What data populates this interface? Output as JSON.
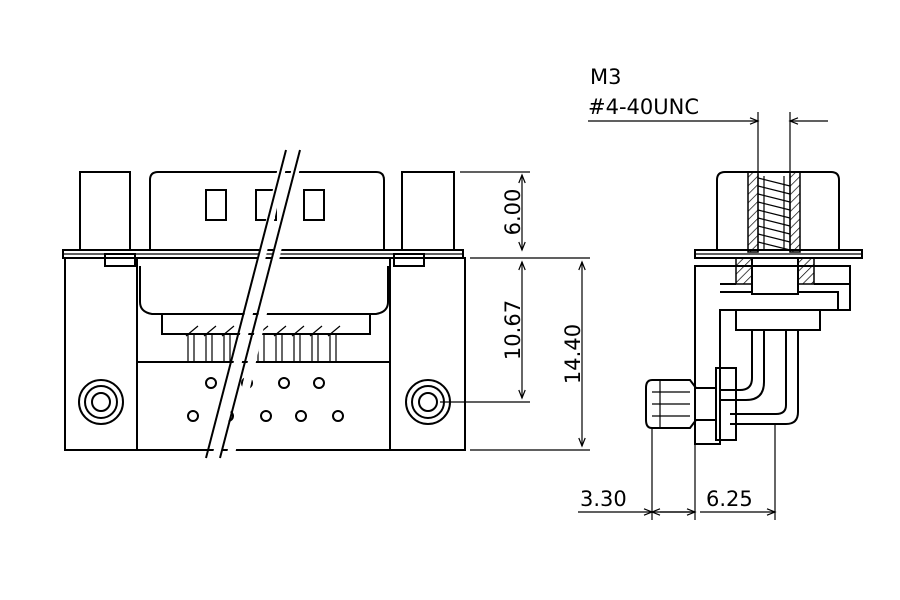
{
  "labels": {
    "thread_metric": "M3",
    "thread_unc": "#4-40UNC"
  },
  "dimensions": {
    "flange_height": "6.00",
    "pin_row_height": "10.67",
    "overall_height": "14.40",
    "board_offset": "3.30",
    "pin_offset": "6.25"
  }
}
